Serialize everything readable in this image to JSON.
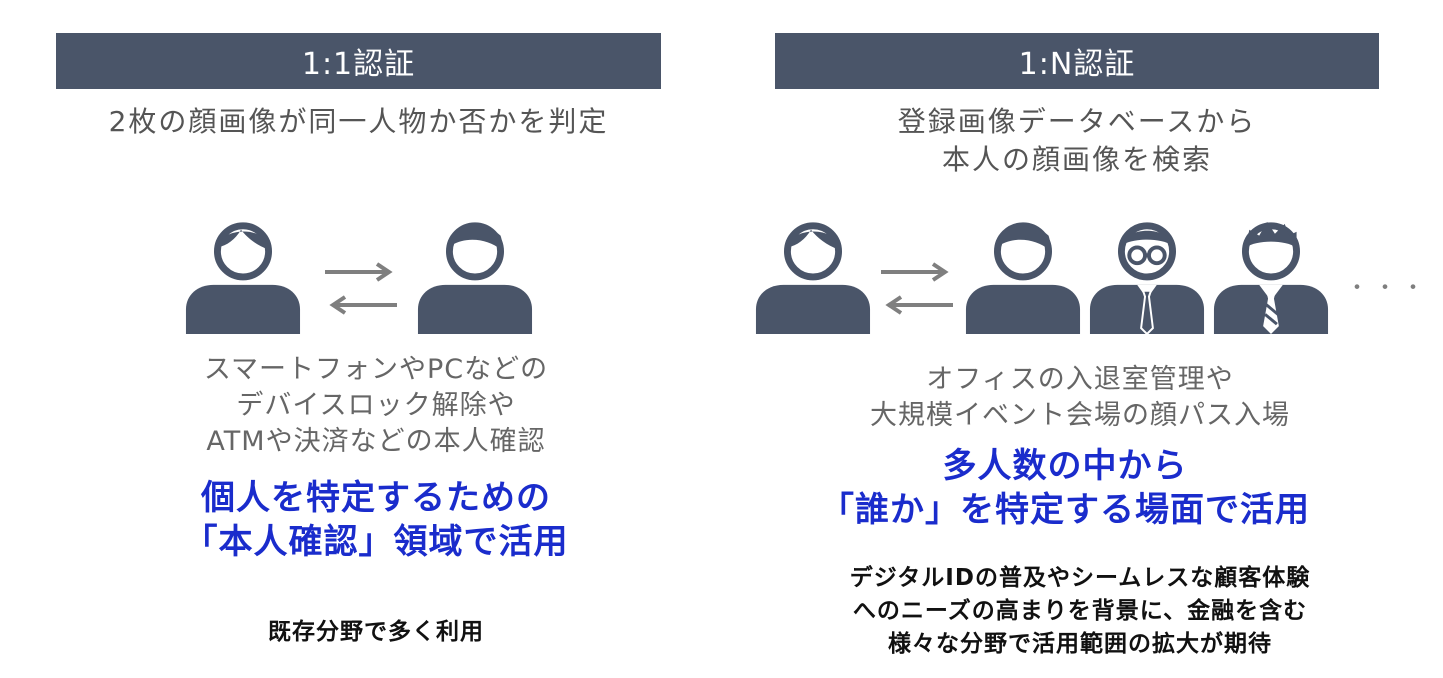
{
  "left": {
    "header": "1:1認証",
    "subtitle": "2枚の顔画像が同一人物か否かを判定",
    "usecase_lines": [
      "スマートフォンやPCなどの",
      "デバイスロック解除や",
      "ATMや決済などの本人確認"
    ],
    "highlight_lines": [
      "個人を特定するための",
      "「本人確認」領域で活用"
    ],
    "note": "既存分野で多く利用"
  },
  "right": {
    "header": "1:N認証",
    "subtitle_lines": [
      "登録画像データベースから",
      "本人の顔画像を検索"
    ],
    "usecase_lines": [
      "オフィスの入退室管理や",
      "大規模イベント会場の顔パス入場"
    ],
    "highlight_lines": [
      "多人数の中から",
      "「誰か」を特定する場面で活用"
    ],
    "note_lines": [
      "デジタルIDの普及やシームレスな顧客体験",
      "へのニーズの高まりを背景に、金融を含む",
      "様々な分野で活用範囲の拡大が期待"
    ],
    "ellipsis": "・・・"
  },
  "colors": {
    "header_bg": "#4a5569",
    "icon": "#4a5569",
    "arrow": "#7f7f7f",
    "highlight": "#1a2ccc"
  },
  "icons": {
    "person": "person-icon",
    "person_glasses": "person-glasses-tie-icon",
    "person_tie": "person-tie-icon",
    "arrow_right": "arrow-right-icon",
    "arrow_left": "arrow-left-icon"
  }
}
